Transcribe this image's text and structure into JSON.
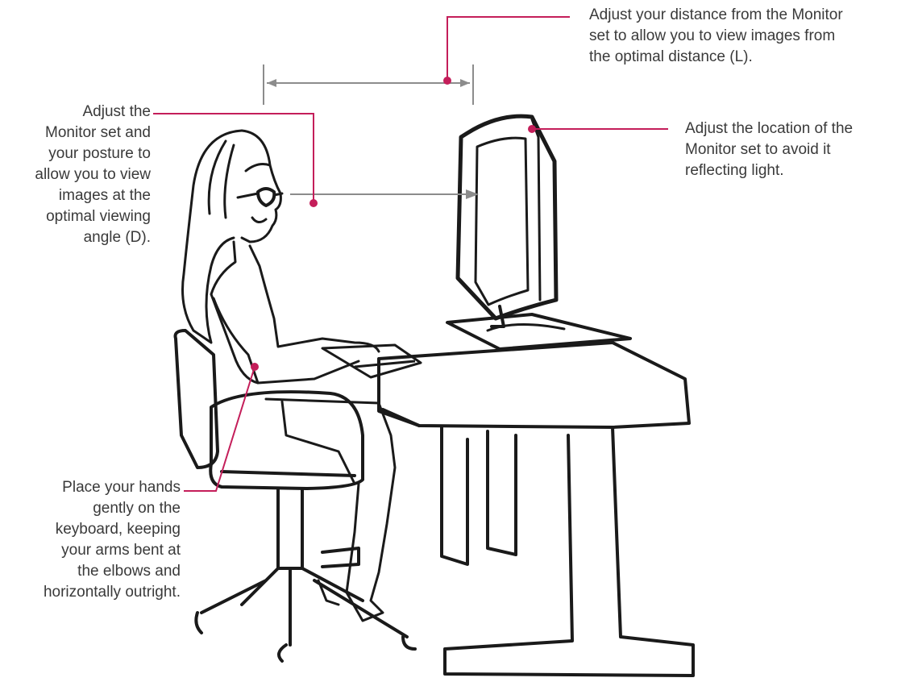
{
  "accent_color": "#c41e5a",
  "guide_color": "#8c8c8c",
  "callouts": {
    "distance": "Adjust your distance from the Monitor\nset to allow you to view images from\nthe optimal distance (L).",
    "angle": "Adjust the\nMonitor set and\nyour posture to\nallow you to view\nimages at the\noptimal viewing\nangle (D).",
    "reflection": "Adjust the location of the\nMonitor set to avoid it\nreflecting light.",
    "hands": "Place your hands\ngently on the\nkeyboard, keeping\nyour arms bent at\nthe elbows and\nhorizontally outright."
  }
}
